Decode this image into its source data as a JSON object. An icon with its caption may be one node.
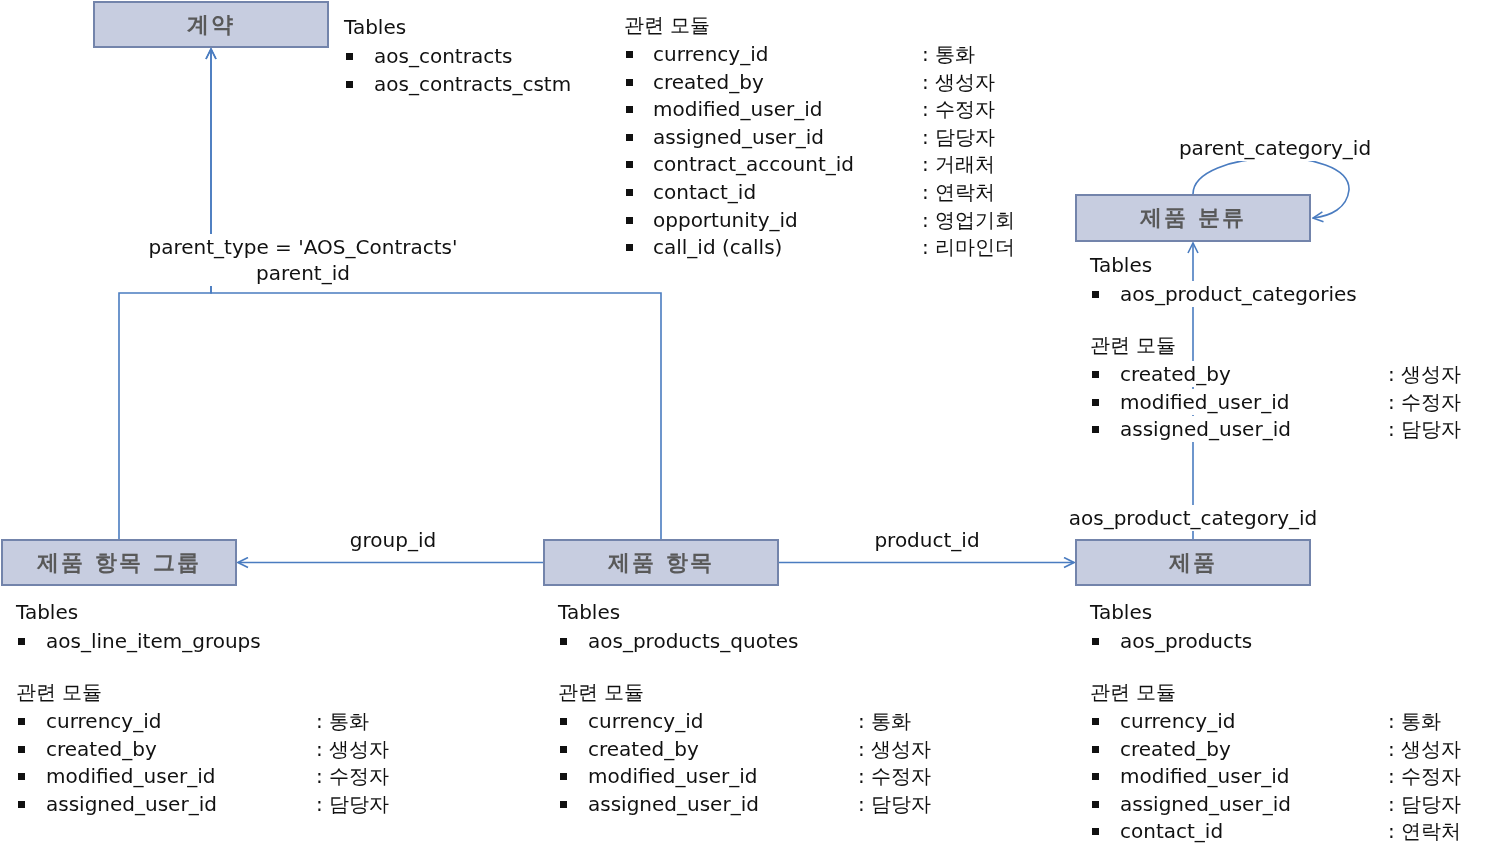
{
  "diagram": {
    "nodes": [
      {
        "text": [
          "계약"
        ],
        "beside": [
          "Tables",
          "aos_contracts",
          "aos_contracts_cstm",
          "관련 모듈",
          "currency_id",
          ": 통화",
          "created_by",
          ": 생성자",
          "modified_user_id",
          ": 수정자",
          "assigned_user_id",
          ": 담당자",
          "contract_account_id",
          ": 거래처",
          "contact_id",
          ": 연락처",
          "opportunity_id",
          ": 영업기회",
          "call_id (calls)",
          ": 리마인더"
        ]
      },
      {
        "text": [
          "제품 분류"
        ],
        "beside": [
          "Tables",
          "aos_product_categories",
          "관련 모듈",
          "created_by",
          ": 생성자",
          "modified_user_id",
          ": 수정자",
          "assigned_user_id",
          ": 담당자"
        ]
      },
      {
        "text": [
          "제품 항목 그룹"
        ],
        "beside": [
          "Tables",
          "aos_line_item_groups",
          "관련 모듈",
          "currency_id",
          ": 통화",
          "created_by",
          ": 생성자",
          "modified_user_id",
          ": 수정자",
          "assigned_user_id",
          ": 담당자"
        ]
      },
      {
        "text": [
          "제품 항목"
        ],
        "beside": [
          "Tables",
          "aos_products_quotes",
          "관련 모듈",
          "currency_id",
          ": 통화",
          "created_by",
          ": 생성자",
          "modified_user_id",
          ": 수정자",
          "assigned_user_id",
          ": 담당자"
        ]
      },
      {
        "text": [
          "제품"
        ],
        "beside": [
          "Tables",
          "aos_products",
          "관련 모듈",
          "currency_id",
          ": 통화",
          "created_by",
          ": 생성자",
          "modified_user_id",
          ": 수정자",
          "assigned_user_id",
          ": 담당자",
          "contact_id",
          ": 연락처"
        ]
      }
    ],
    "edges": [
      {
        "from": 3,
        "to": 0,
        "arrow": "to",
        "label": "parent_type = 'AOS_Contracts' parent_id"
      },
      {
        "from": 2,
        "to": 0,
        "arrow": "to"
      },
      {
        "from": 3,
        "to": 2,
        "arrow": "to",
        "label": "group_id"
      },
      {
        "from": 3,
        "to": 4,
        "arrow": "to",
        "label": "product_id"
      },
      {
        "from": 4,
        "to": 1,
        "arrow": "to",
        "label": "aos_product_category_id"
      },
      {
        "from": 1,
        "to": 1,
        "arrow": "to",
        "label": "parent_category_id"
      }
    ]
  }
}
